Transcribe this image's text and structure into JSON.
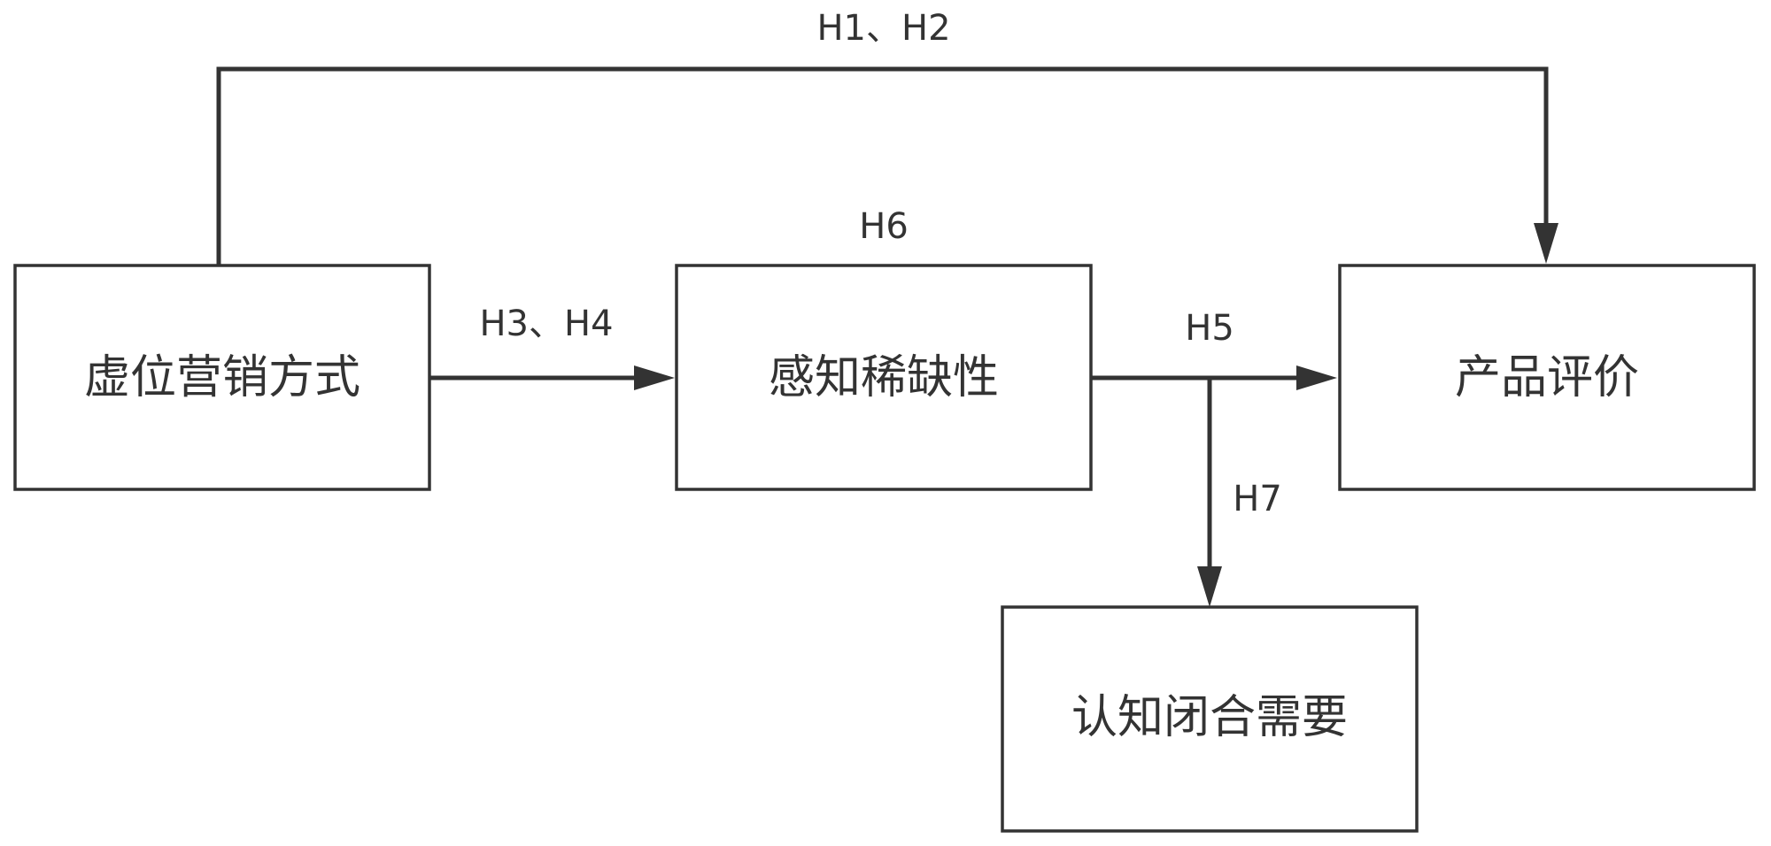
{
  "nodes": {
    "virtual_marketing": "虚位营销方式",
    "perceived_scarcity": "感知稀缺性",
    "product_evaluation": "产品评价",
    "need_for_closure": "认知闭合需要"
  },
  "edge_labels": {
    "h1_h2": "H1、H2",
    "h3_h4": "H3、H4",
    "h5": "H5",
    "h6": "H6",
    "h7": "H7"
  },
  "colors": {
    "stroke": "#333333",
    "text": "#333333",
    "background": "#ffffff"
  }
}
